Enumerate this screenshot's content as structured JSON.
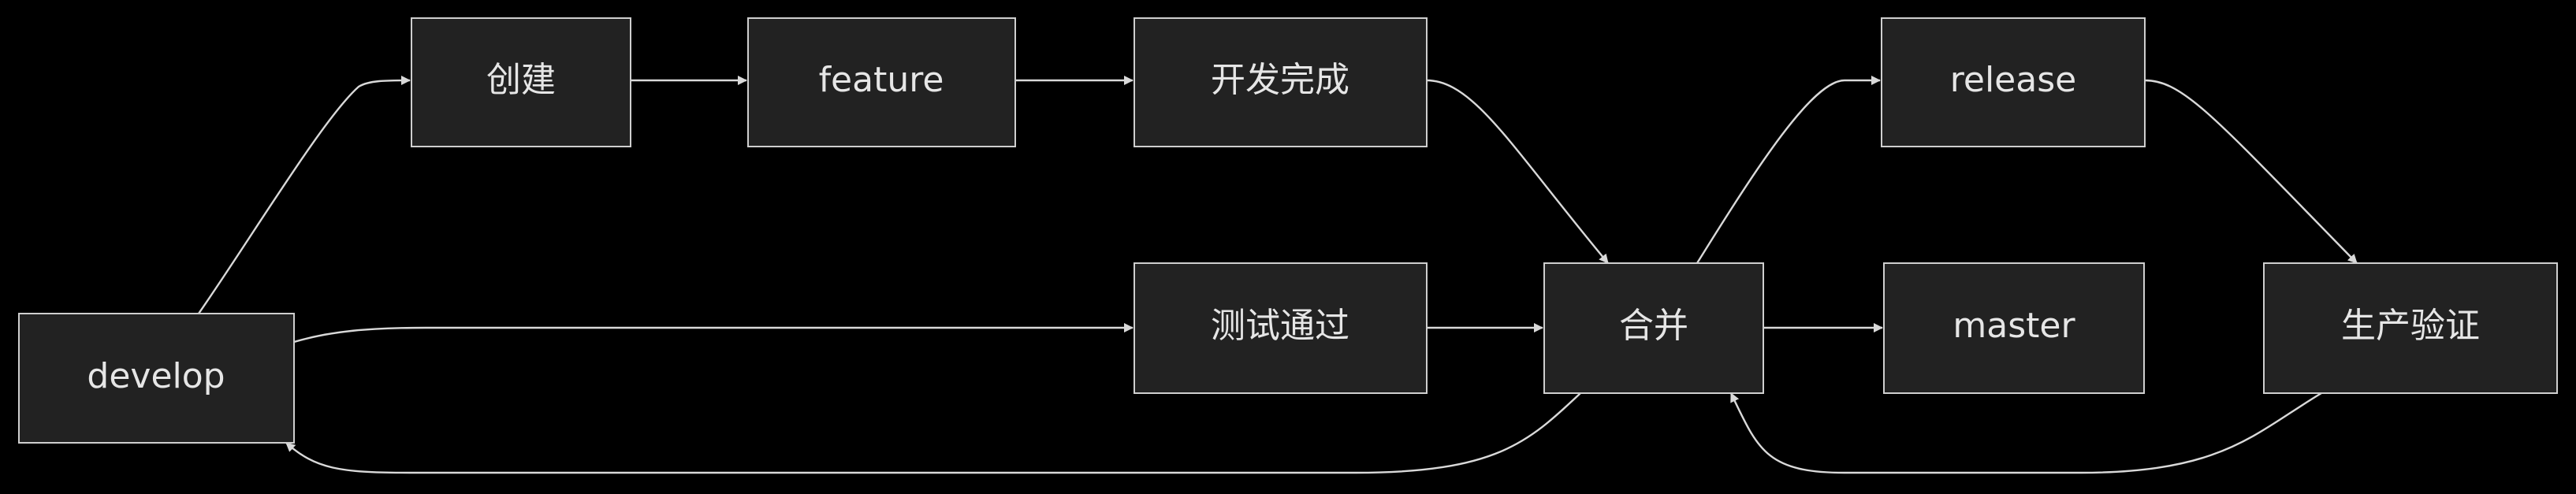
{
  "nodes": {
    "develop": "develop",
    "create": "创建",
    "feature": "feature",
    "dev_done": "开发完成",
    "test_pass": "测试通过",
    "merge": "合并",
    "release": "release",
    "master": "master",
    "prod_verify": "生产验证"
  },
  "edges": [
    {
      "from": "develop",
      "to": "create"
    },
    {
      "from": "create",
      "to": "feature"
    },
    {
      "from": "feature",
      "to": "dev_done"
    },
    {
      "from": "dev_done",
      "to": "merge"
    },
    {
      "from": "develop",
      "to": "test_pass"
    },
    {
      "from": "test_pass",
      "to": "merge"
    },
    {
      "from": "merge",
      "to": "release"
    },
    {
      "from": "merge",
      "to": "master"
    },
    {
      "from": "release",
      "to": "prod_verify"
    },
    {
      "from": "prod_verify",
      "to": "merge"
    },
    {
      "from": "merge",
      "to": "develop"
    }
  ],
  "colors": {
    "background": "#000000",
    "node_fill": "#222222",
    "node_stroke": "#cfcfcf",
    "edge": "#d9d9d9",
    "text": "#e6e6e6"
  }
}
